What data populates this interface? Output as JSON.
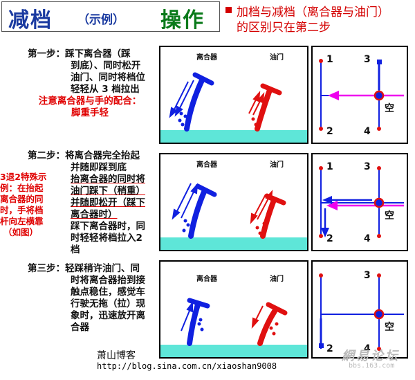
{
  "header": {
    "title": "减档",
    "example": "（示例）",
    "operation": "操作",
    "note_line1": "加档与减档（离合器与油门）",
    "note_line2": "的区别只在第二步"
  },
  "steps": [
    {
      "lines": [
        "第一步：踩下离合器（踩",
        "到底）、同时松开",
        "油门、同时将档位",
        "轻轻从 3 档拉出"
      ],
      "remark": [
        "注意离合器与手的配合：",
        "脚重手轻"
      ]
    },
    {
      "lines": [
        "第二步：将离合器完全抬起",
        "并随即踩到底",
        "抬离合器的同时将",
        "油门踩下（稍重）",
        "并随即松开（踩下",
        "离合器时）",
        "踩下离合器时，同",
        "时轻轻将档拉入2",
        "档"
      ]
    },
    {
      "lines": [
        "第三步：轻踩稍许油门、同",
        "时将离合器抬到接",
        "触点稳住，感觉车",
        "行驶无拖（拉）现",
        "象时，迅速放开离",
        "合器"
      ]
    }
  ],
  "side_note": [
    "3退2特殊示",
    "例：在抬起",
    "离合器的同",
    "时，手将档",
    "杆向左横靠",
    "（如图）"
  ],
  "pedal_labels": {
    "clutch": "离合器",
    "throttle": "油门"
  },
  "gear_labels": {
    "g1": "1",
    "g2": "2",
    "g3": "3",
    "g4": "4",
    "neutral": "空"
  },
  "footer": {
    "author": "萧山博客",
    "url": "http://blog.sina.com.cn/xiaoshan9008"
  },
  "watermark": {
    "name": "網易论坛",
    "domain": "bbs.163.com"
  },
  "colors": {
    "title_blue": "#1a3aa0",
    "title_green": "#0a7a1a",
    "note_red": "#d40000",
    "clutch_blue": "#1020e0",
    "throttle_red": "#e01010",
    "floor": "#5ee6d8",
    "shift_magenta": "#ee00ee"
  }
}
